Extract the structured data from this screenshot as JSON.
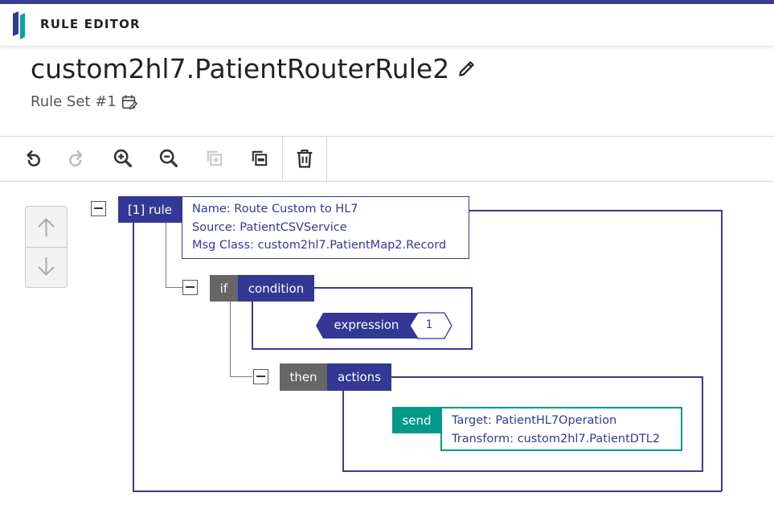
{
  "app": {
    "title": "RULE EDITOR"
  },
  "rule": {
    "name": "custom2hl7.PatientRouterRule2",
    "ruleset": "Rule Set #1"
  },
  "toolbar": {
    "buttons": [
      "undo-icon",
      "redo-icon",
      "zoom-in-icon",
      "zoom-out-icon",
      "duplicate-icon",
      "copy-icon",
      "delete-icon"
    ]
  },
  "tree": {
    "rule_block": {
      "label": "[1] rule",
      "name_line": "Name: Route Custom to HL7",
      "source_line": "Source: PatientCSVService",
      "msgclass_line": "Msg Class: custom2hl7.PatientMap2.Record"
    },
    "if_block": {
      "label": "if",
      "condition_label": "condition"
    },
    "expression": {
      "label": "expression",
      "value": "1"
    },
    "then_block": {
      "label": "then",
      "actions_label": "actions"
    },
    "send_block": {
      "label": "send",
      "target_line": "Target: PatientHL7Operation",
      "transform_line": "Transform: custom2hl7.PatientDTL2"
    }
  },
  "colors": {
    "primary": "#333895",
    "accent_teal": "#00998a",
    "gray_block": "#666666",
    "top_accent": "#3b3b8f"
  }
}
